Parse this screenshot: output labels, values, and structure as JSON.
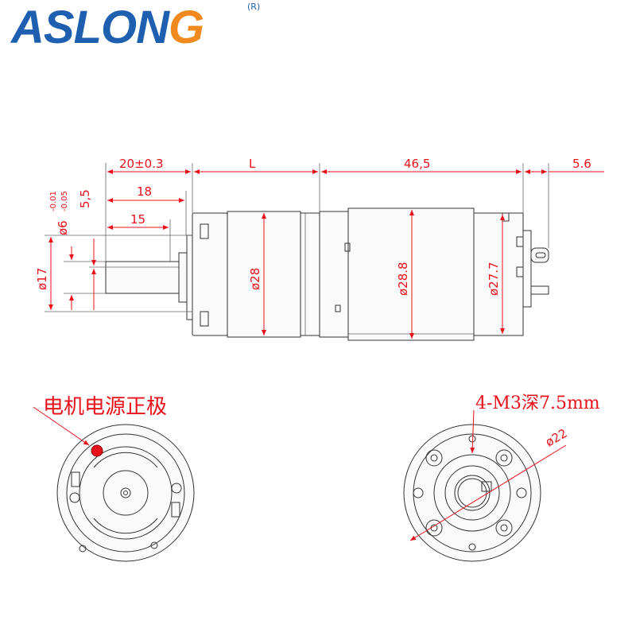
{
  "brand": {
    "name_main": "ASLON",
    "name_accent": "G",
    "registered_mark": "R"
  },
  "dimensions": {
    "d_20": "20±0.3",
    "d_L": "L",
    "d_465": "46,5",
    "d_56": "5.6",
    "d_18": "18",
    "d_15": "15",
    "d_55": "5,5",
    "d_shaft": "ø6",
    "tol_upper": "-0.01",
    "tol_lower": "-0.05",
    "d_17": "ø17",
    "d_28": "ø28",
    "d_288": "ø28.8",
    "d_277": "ø27.7",
    "d_22": "ø22"
  },
  "annotations": {
    "positive_terminal": "电机电源正极",
    "mount_holes": "4-M3深7.5mm"
  },
  "colors": {
    "accent_red": "#e8101a",
    "logo_blue": "#1f5fb0",
    "logo_orange": "#f08a1e"
  }
}
